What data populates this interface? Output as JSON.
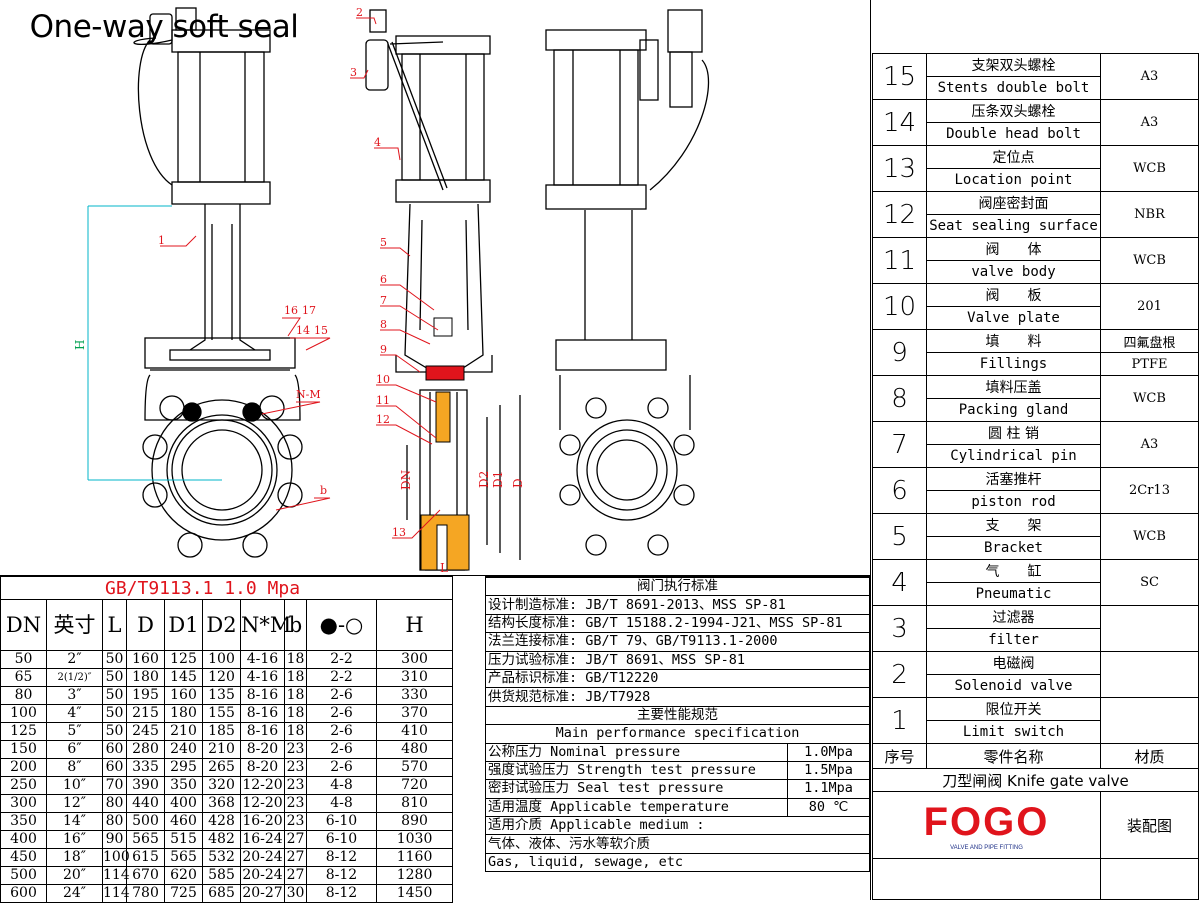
{
  "title": "One-way soft seal",
  "parts": [
    {
      "no": "15",
      "cn": "支架双头螺栓",
      "en": "Stents double bolt",
      "material": "A3"
    },
    {
      "no": "14",
      "cn": "压条双头螺栓",
      "en": "Double head bolt",
      "material": "A3"
    },
    {
      "no": "13",
      "cn": "定位点",
      "en": "Location point",
      "material": "WCB"
    },
    {
      "no": "12",
      "cn": "阀座密封面",
      "en": "Seat sealing surface",
      "material": "NBR"
    },
    {
      "no": "11",
      "cn": "阀　　体",
      "en": "valve body",
      "material": "WCB"
    },
    {
      "no": "10",
      "cn": "阀　　板",
      "en": "Valve plate",
      "material": "201"
    },
    {
      "no": "9",
      "cn": "填　　料",
      "en": "Fillings",
      "material": "四氟盘根",
      "material2": "PTFE"
    },
    {
      "no": "8",
      "cn": "填料压盖",
      "en": "Packing gland",
      "material": "WCB"
    },
    {
      "no": "7",
      "cn": "圆 柱 销",
      "en": "Cylindrical pin",
      "material": "A3"
    },
    {
      "no": "6",
      "cn": "活塞推杆",
      "en": "piston rod",
      "material": "2Cr13"
    },
    {
      "no": "5",
      "cn": "支　　架",
      "en": "Bracket",
      "material": "WCB"
    },
    {
      "no": "4",
      "cn": "气　　缸",
      "en": "Pneumatic",
      "material": "SC"
    },
    {
      "no": "3",
      "cn": "过滤器",
      "en": "filter",
      "material": ""
    },
    {
      "no": "2",
      "cn": "电磁阀",
      "en": "Solenoid valve",
      "material": ""
    },
    {
      "no": "1",
      "cn": "限位开关",
      "en": "Limit switch",
      "material": ""
    }
  ],
  "parts_header": {
    "no": "序号",
    "name": "零件名称",
    "material": "材质"
  },
  "product_name": "刀型闸阀 Knife gate valve",
  "logo": {
    "text": "FOGO",
    "tagline": "VALVE AND PIPE FITTING"
  },
  "drawing_type": "装配图",
  "dim_table": {
    "standard": "GB/T9113.1     1.0 Mpa",
    "headers": [
      "DN",
      "英寸",
      "L",
      "D",
      "D1",
      "D2",
      "N*M",
      "b",
      "●-○",
      "H"
    ],
    "rows": [
      [
        "50",
        "2″",
        "50",
        "160",
        "125",
        "100",
        "4-16",
        "18",
        "2-2",
        "300"
      ],
      [
        "65",
        "2(1/2)″",
        "50",
        "180",
        "145",
        "120",
        "4-16",
        "18",
        "2-2",
        "310"
      ],
      [
        "80",
        "3″",
        "50",
        "195",
        "160",
        "135",
        "8-16",
        "18",
        "2-6",
        "330"
      ],
      [
        "100",
        "4″",
        "50",
        "215",
        "180",
        "155",
        "8-16",
        "18",
        "2-6",
        "370"
      ],
      [
        "125",
        "5″",
        "50",
        "245",
        "210",
        "185",
        "8-16",
        "18",
        "2-6",
        "410"
      ],
      [
        "150",
        "6″",
        "60",
        "280",
        "240",
        "210",
        "8-20",
        "23",
        "2-6",
        "480"
      ],
      [
        "200",
        "8″",
        "60",
        "335",
        "295",
        "265",
        "8-20",
        "23",
        "2-6",
        "570"
      ],
      [
        "250",
        "10″",
        "70",
        "390",
        "350",
        "320",
        "12-20",
        "23",
        "4-8",
        "720"
      ],
      [
        "300",
        "12″",
        "80",
        "440",
        "400",
        "368",
        "12-20",
        "23",
        "4-8",
        "810"
      ],
      [
        "350",
        "14″",
        "80",
        "500",
        "460",
        "428",
        "16-20",
        "23",
        "6-10",
        "890"
      ],
      [
        "400",
        "16″",
        "90",
        "565",
        "515",
        "482",
        "16-24",
        "27",
        "6-10",
        "1030"
      ],
      [
        "450",
        "18″",
        "100",
        "615",
        "565",
        "532",
        "20-24",
        "27",
        "8-12",
        "1160"
      ],
      [
        "500",
        "20″",
        "114",
        "670",
        "620",
        "585",
        "20-24",
        "27",
        "8-12",
        "1280"
      ],
      [
        "600",
        "24″",
        "114",
        "780",
        "725",
        "685",
        "20-27",
        "30",
        "8-12",
        "1450"
      ]
    ]
  },
  "spec": {
    "standards_title": "阀门执行标准",
    "standards": [
      "设计制造标准: JB/T 8691-2013、MSS SP-81",
      "结构长度标准: GB/T 15188.2-1994-J21、MSS SP-81",
      "法兰连接标准: GB/T 79、GB/T9113.1-2000",
      "压力试验标准: JB/T 8691、MSS SP-81",
      "产品标识标准: GB/T12220",
      "供货规范标准: JB/T7928"
    ],
    "perf_title_cn": "主要性能规范",
    "perf_title_en": "Main performance specification",
    "perf": [
      {
        "label": "公称压力 Nominal pressure",
        "value": "1.0Mpa"
      },
      {
        "label": "强度试验压力 Strength test pressure",
        "value": "1.5Mpa"
      },
      {
        "label": "密封试验压力 Seal test pressure",
        "value": "1.1Mpa"
      },
      {
        "label": "适用温度 Applicable temperature",
        "value": "80 ℃"
      }
    ],
    "medium": [
      "适用介质 Applicable medium :",
      "气体、液体、污水等软介质",
      "Gas, liquid, sewage, etc"
    ]
  },
  "drawing_labels": {
    "left": [
      "1",
      "16",
      "17",
      "14",
      "15",
      "N-M",
      "b",
      "H"
    ],
    "middle": [
      "2",
      "3",
      "4",
      "5",
      "6",
      "7",
      "8",
      "9",
      "10",
      "11",
      "12",
      "13",
      "DN",
      "D2",
      "D1",
      "D",
      "L"
    ]
  },
  "colors": {
    "accent_red": "#e0141c",
    "logo_blue": "#1d2f86",
    "logo_red": "#e0141c",
    "dim_cyan": "#00b4c8"
  }
}
